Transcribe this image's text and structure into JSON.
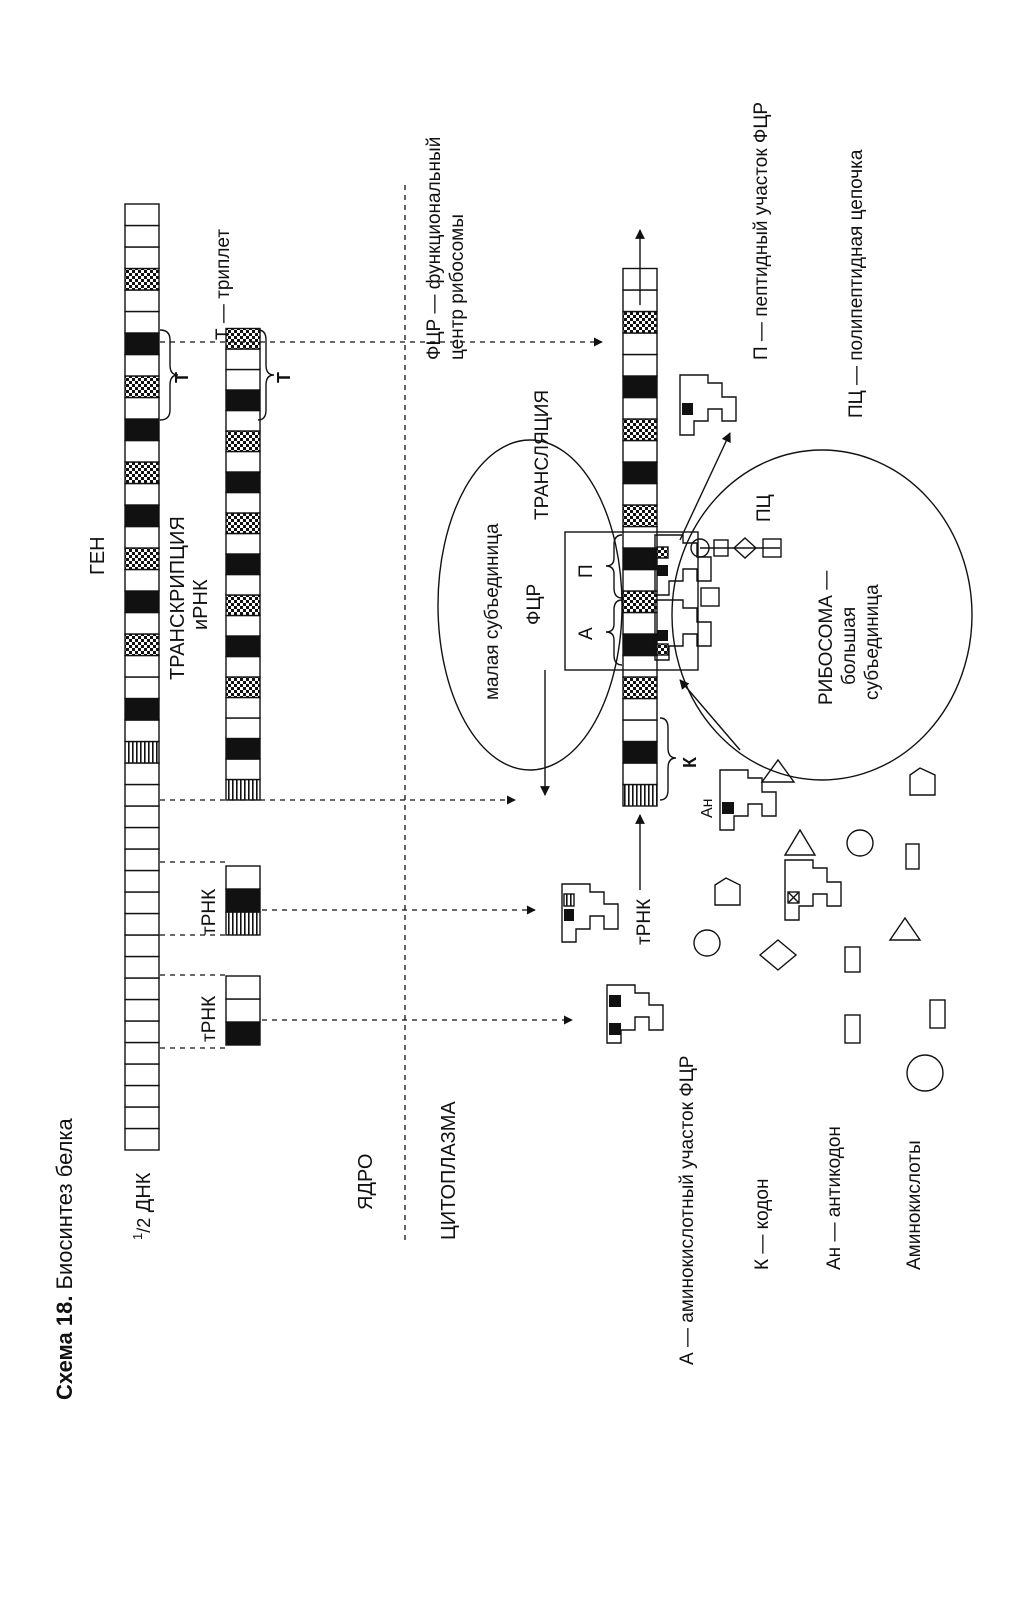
{
  "title": {
    "bold": "Схема 18.",
    "rest": " Биосинтез белка"
  },
  "labels": {
    "half": "1",
    "sub2": "/2",
    "dnk": " ДНК",
    "gene": "ГЕН",
    "transcription": "ТРАНСКРИПЦИЯ",
    "irnk": "иРНК",
    "trnk": "тРНК",
    "nucleus": "ЯДРО",
    "cytoplasm": "ЦИТОПЛАЗМА",
    "translation": "ТРАНСЛЯЦИЯ",
    "small_subunit": "малая субъединица",
    "fcr": "ФЦР",
    "site_a": "А",
    "site_p": "П",
    "ribosome_1": "РИБОСОМА —",
    "ribosome_2": "большая",
    "ribosome_3": "субъединица",
    "pc": "ПЦ",
    "k": "К",
    "an": "Ан",
    "t": "Т"
  },
  "legend": {
    "a": "А — аминокислотный участок ФЦР",
    "k": "К — кодон",
    "an": "Ан — антикодон",
    "amino": "Аминокислоты",
    "fcr_1": "ФЦР — функциональный",
    "fcr_2": "центр рибосомы",
    "t": "Т — триплет",
    "p": "П — пептидный участок ФЦР",
    "pc": "ПЦ — полипептидная цепочка"
  },
  "colors": {
    "ink": "#111111",
    "paper": "#ffffff"
  }
}
